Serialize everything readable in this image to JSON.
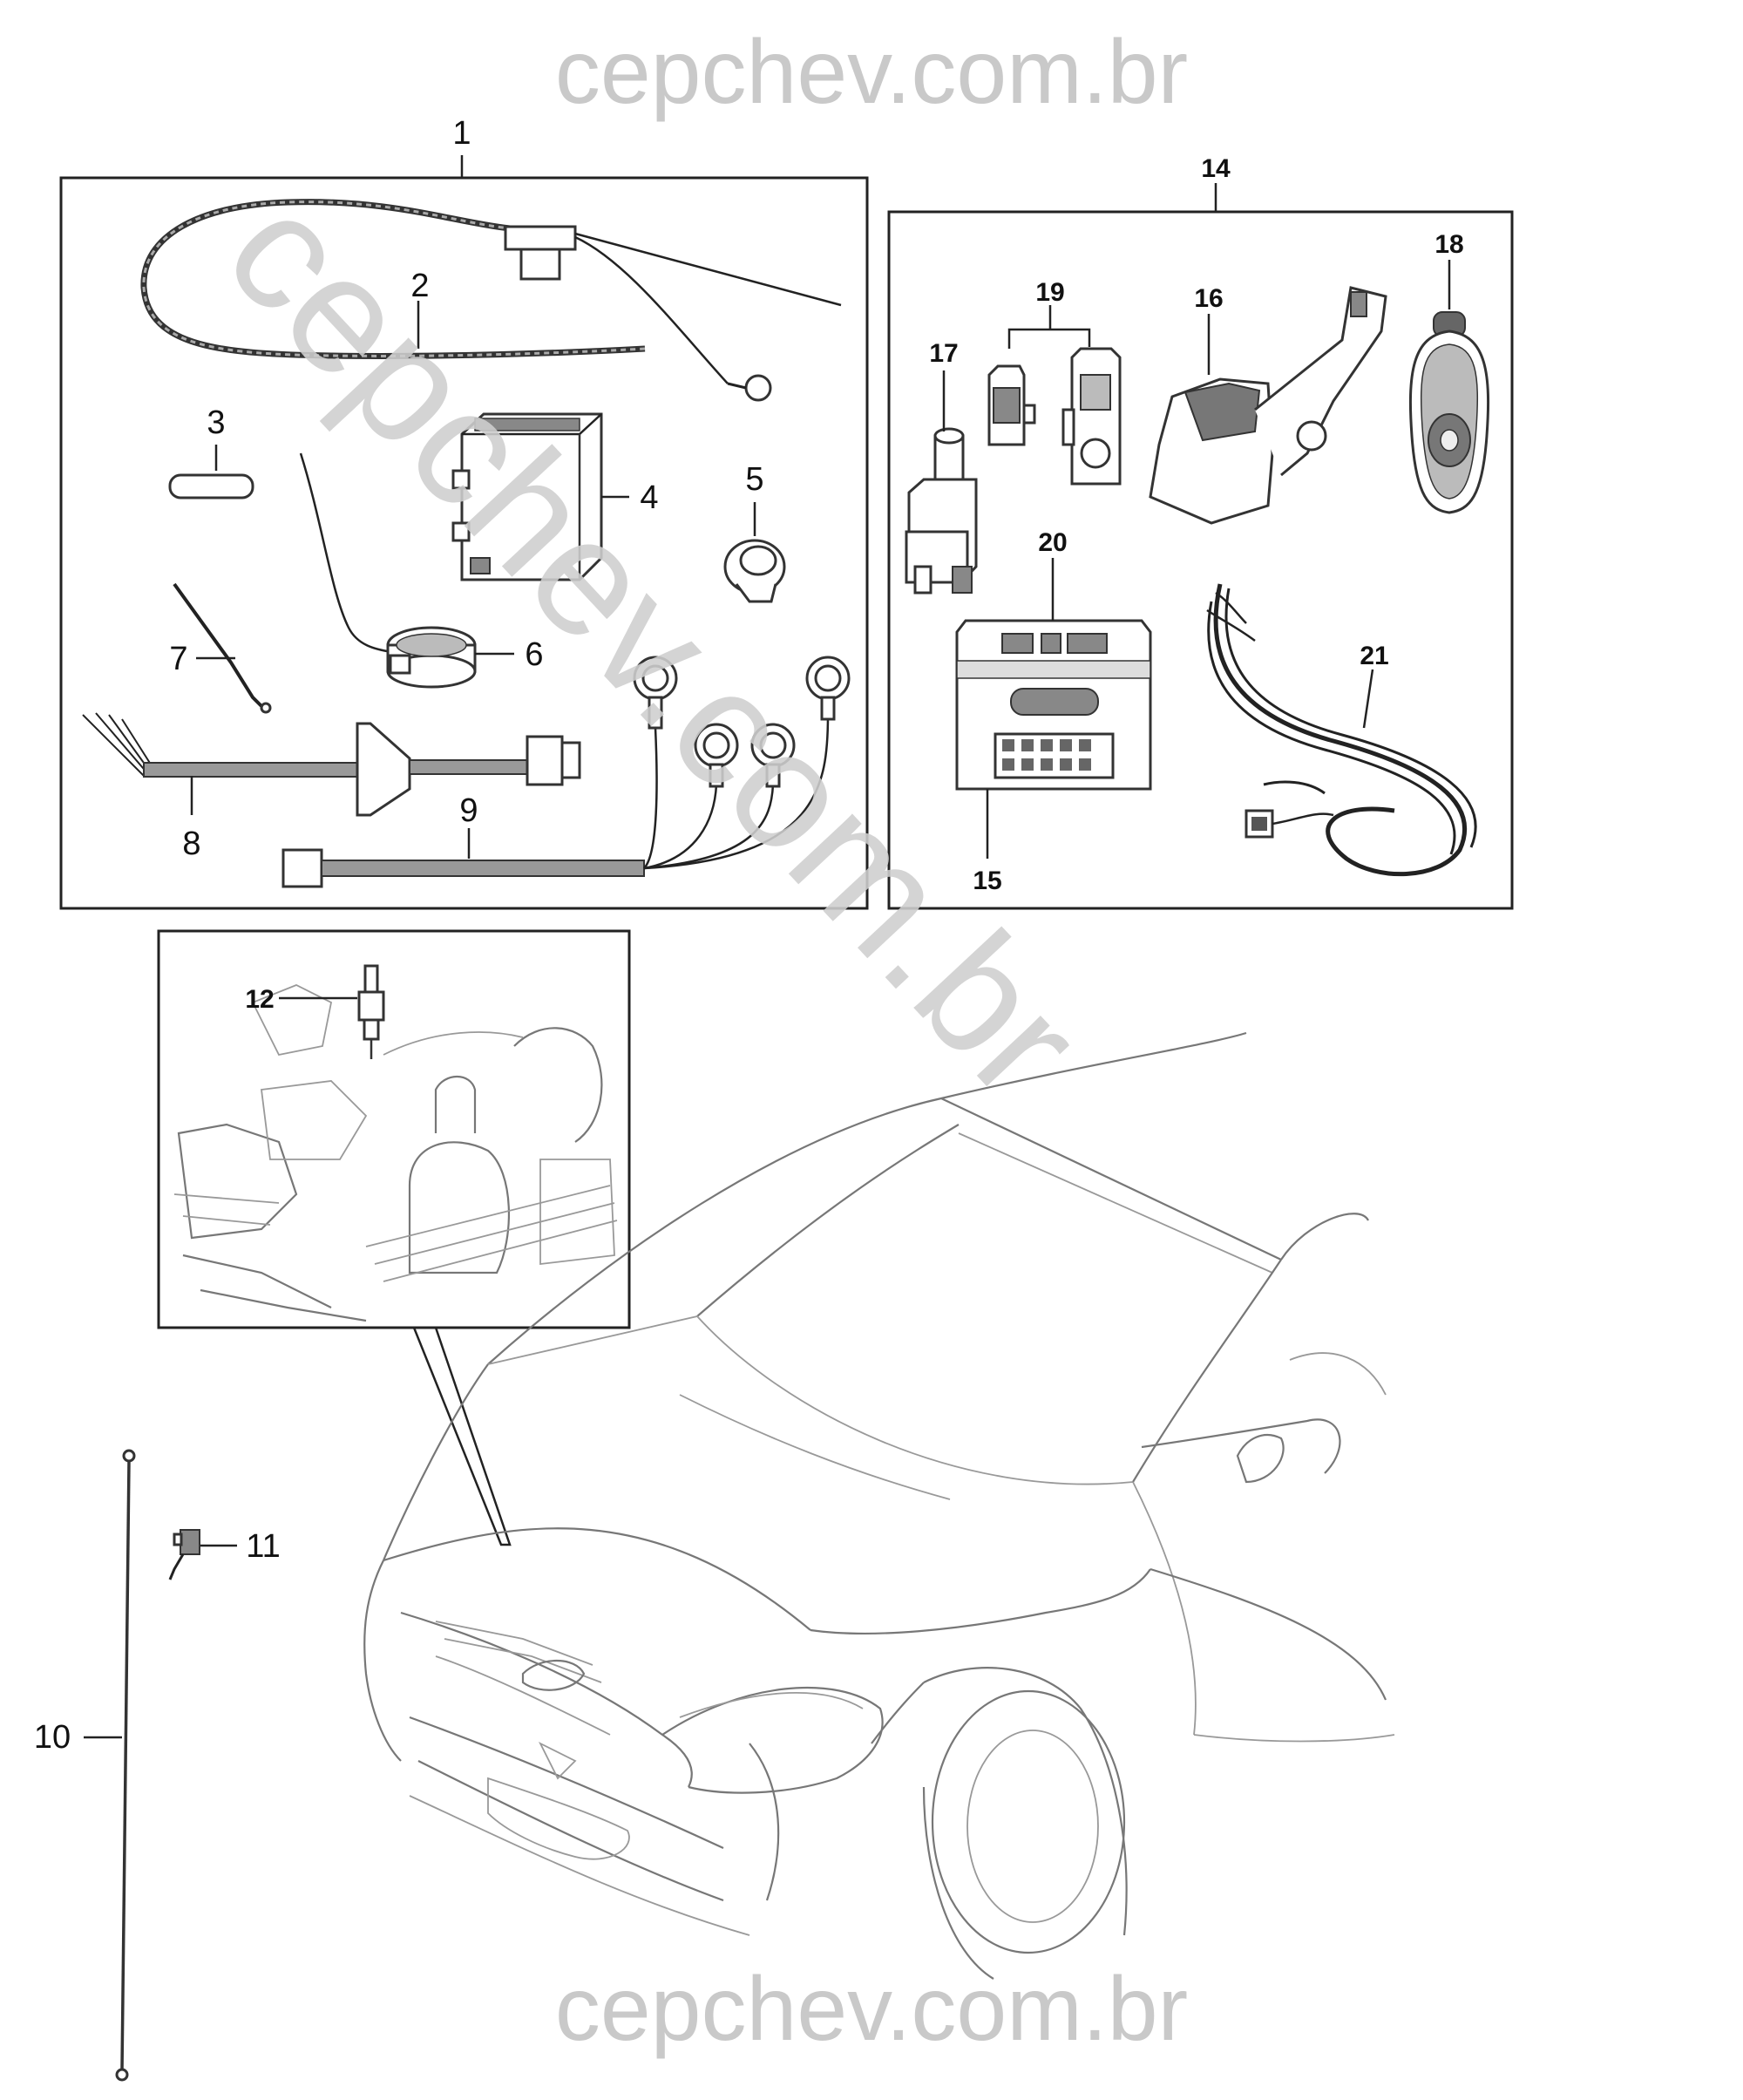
{
  "watermark": {
    "top": "cepchev.com.br",
    "bottom": "cepchev.com.br",
    "diagonal": "cepchev.com.br"
  },
  "callouts": {
    "n1": "1",
    "n2": "2",
    "n3": "3",
    "n4": "4",
    "n5": "5",
    "n6": "6",
    "n7": "7",
    "n8": "8",
    "n9": "9",
    "n10": "10",
    "n11": "11",
    "n12": "12",
    "n14": "14",
    "n15": "15",
    "n16": "16",
    "n17": "17",
    "n18": "18",
    "n19": "19",
    "n20": "20",
    "n21": "21"
  },
  "colors": {
    "line": "#222222",
    "watermark": "#c9c9c9",
    "background": "#ffffff"
  }
}
